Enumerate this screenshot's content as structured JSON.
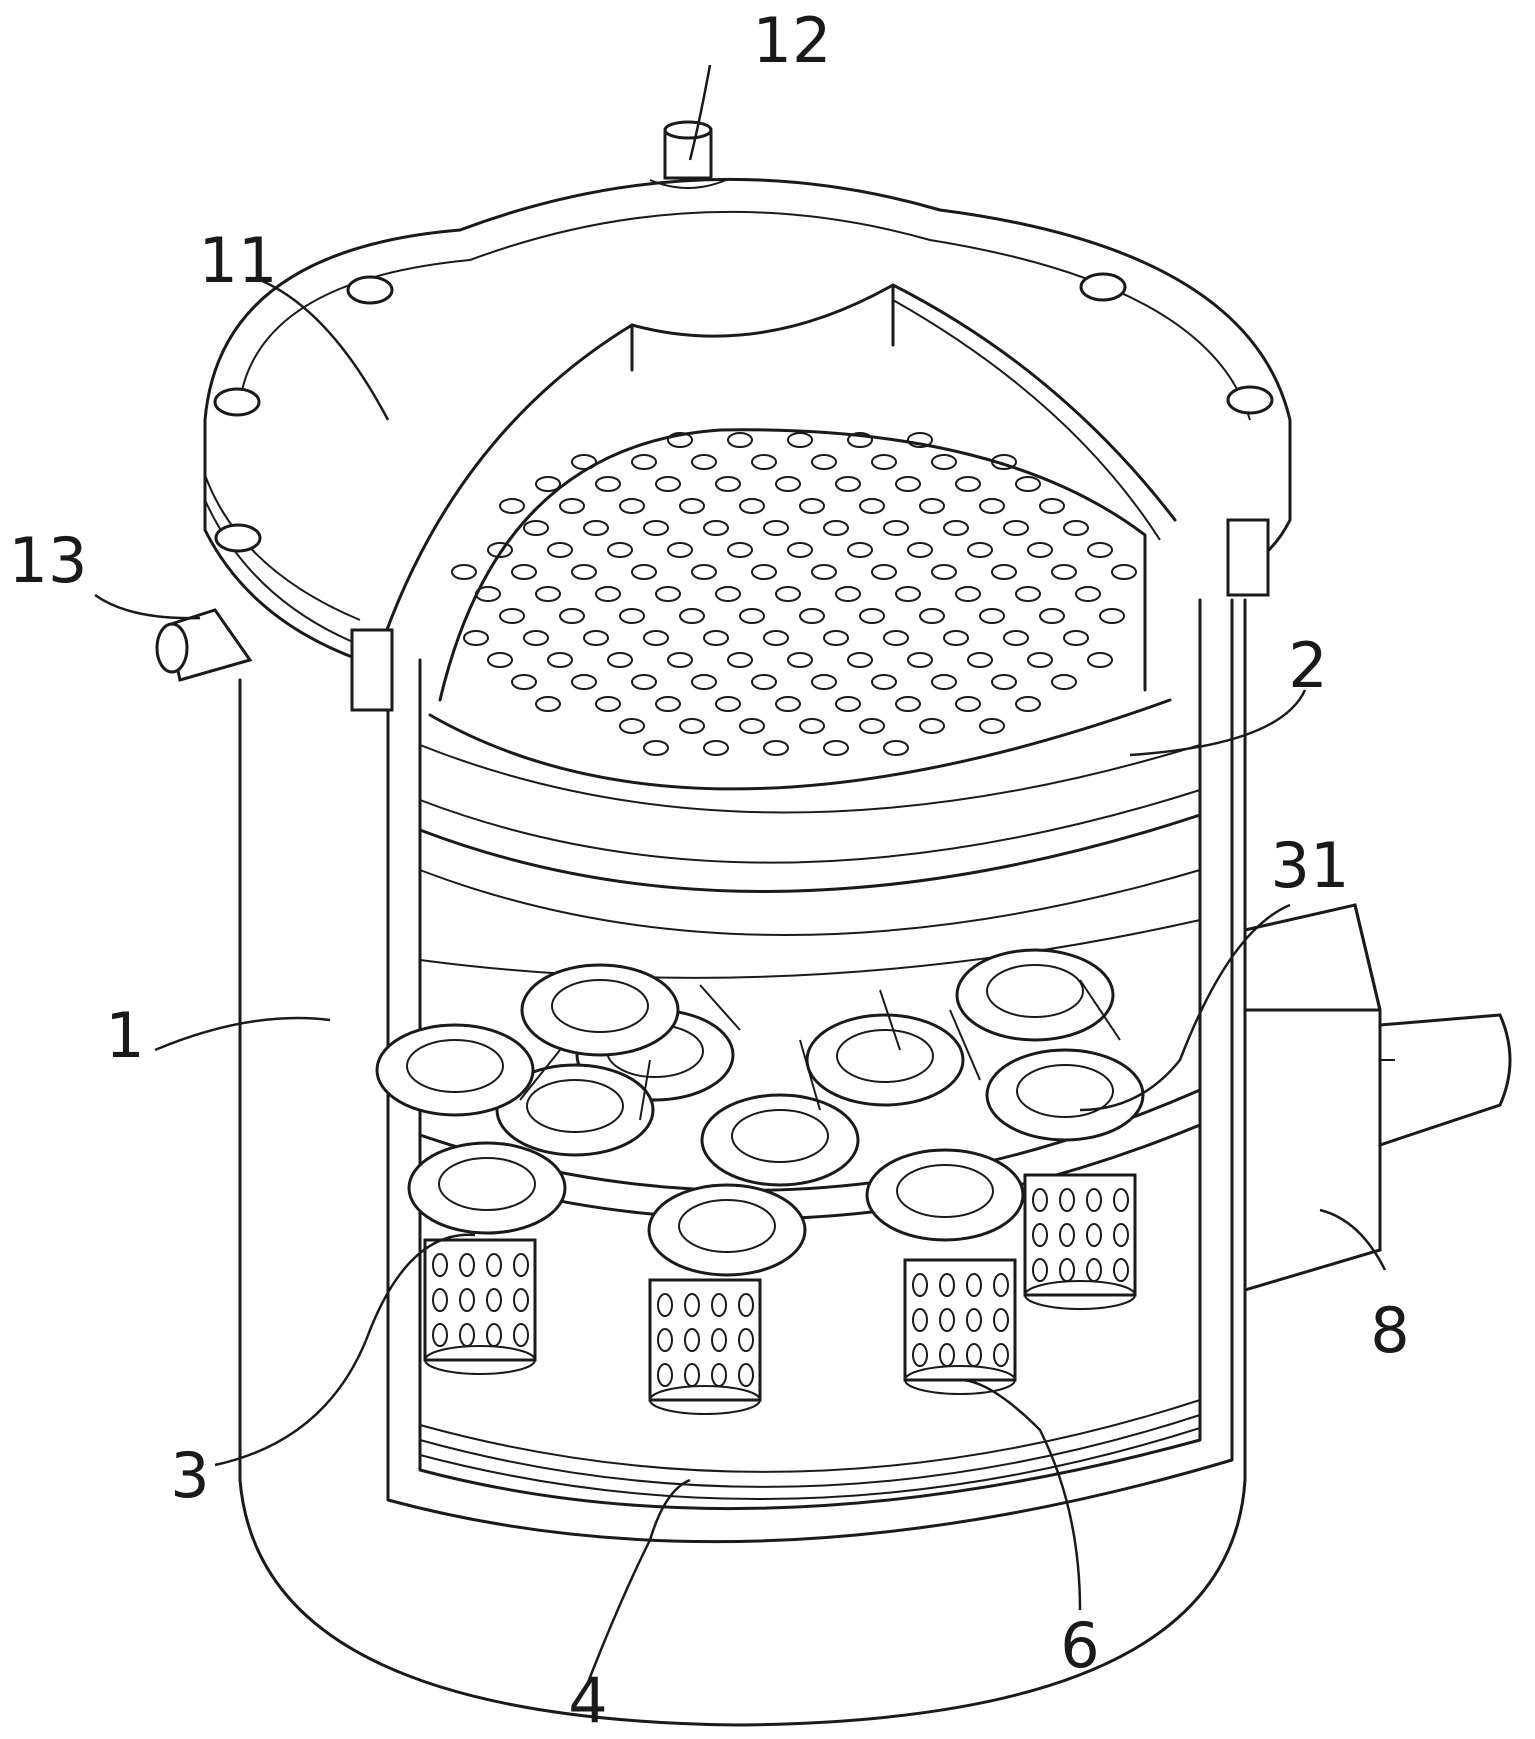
{
  "labels": [
    {
      "id": "12",
      "text": "12"
    },
    {
      "id": "11",
      "text": "11"
    },
    {
      "id": "13",
      "text": "13"
    },
    {
      "id": "2",
      "text": "2"
    },
    {
      "id": "31",
      "text": "31"
    },
    {
      "id": "1",
      "text": "1"
    },
    {
      "id": "8",
      "text": "8"
    },
    {
      "id": "3",
      "text": "3"
    },
    {
      "id": "6",
      "text": "6"
    },
    {
      "id": "4",
      "text": "4"
    }
  ]
}
